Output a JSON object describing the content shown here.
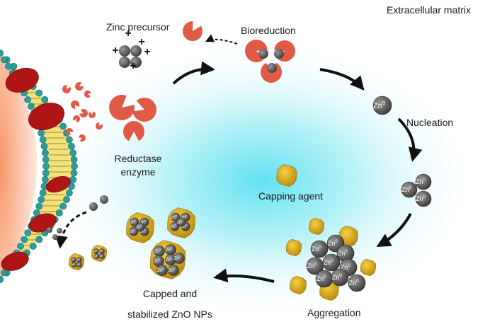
{
  "diagram": {
    "region_label": "Extracellular matrix",
    "labels": {
      "zinc_precursor": "Zinc precursor",
      "bioreduction": "Bioreduction",
      "nucleation": "Nucleation",
      "reductase_line1": "Reductase",
      "reductase_line2": "enzyme",
      "capping_agent": "Capping agent",
      "aggregation": "Aggregation",
      "capped_line1": "Capped and",
      "capped_line2": "stabilized ZnO  NPs"
    },
    "particle_label": "Zn",
    "particle_superscript": "0",
    "precursor_charge": "+",
    "colors": {
      "membrane_head": "#2a9d9d",
      "membrane_tail": "#f3e27a",
      "protein": "#b01515",
      "enzyme": "#e05a45",
      "zinc_atom": "#5e5e5e",
      "capping": "#d9a514",
      "glow": "#7fe6f2",
      "cell_interior": "#f6a27a"
    }
  }
}
